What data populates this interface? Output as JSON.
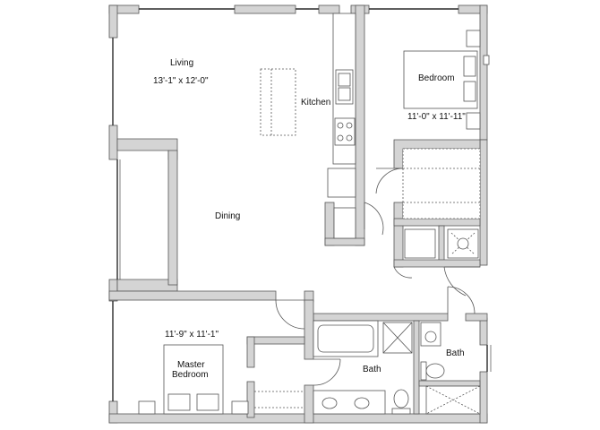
{
  "rooms": {
    "living": {
      "name": "Living",
      "dims": "13'-1\" x 12'-0\""
    },
    "kitchen": {
      "name": "Kitchen"
    },
    "bedroom": {
      "name": "Bedroom",
      "dims": "11'-0\" x 11'-11\""
    },
    "dining": {
      "name": "Dining"
    },
    "master_bedroom": {
      "name_line1": "Master",
      "name_line2": "Bedroom",
      "dims": "11'-9\" x 11'-1\""
    },
    "bath_main": {
      "name": "Bath"
    },
    "bath_second": {
      "name": "Bath"
    }
  },
  "colors": {
    "wall_fill": "#d4d4d4",
    "wall_stroke": "#555555",
    "line": "#555555",
    "window": "#2a2a2a"
  }
}
